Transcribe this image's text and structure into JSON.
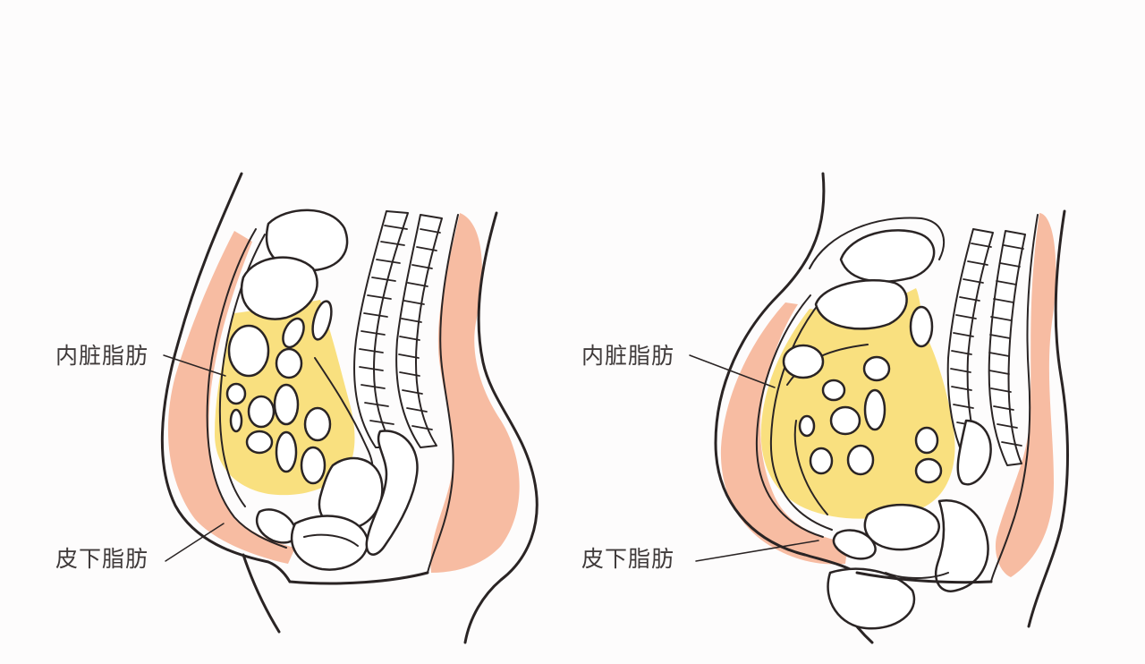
{
  "left_figure": {
    "visceral_label": "内脏脂肪",
    "subcutaneous_label": "皮下脂肪"
  },
  "right_figure": {
    "visceral_label": "内脏脂肪",
    "subcutaneous_label": "皮下脂肪"
  },
  "colors": {
    "visceral_fat": "#f9e07f",
    "subcutaneous_fat": "#f7bca2",
    "outline": "#2a2424",
    "organ_fill": "#ffffff",
    "background": "#fdfcfc"
  }
}
